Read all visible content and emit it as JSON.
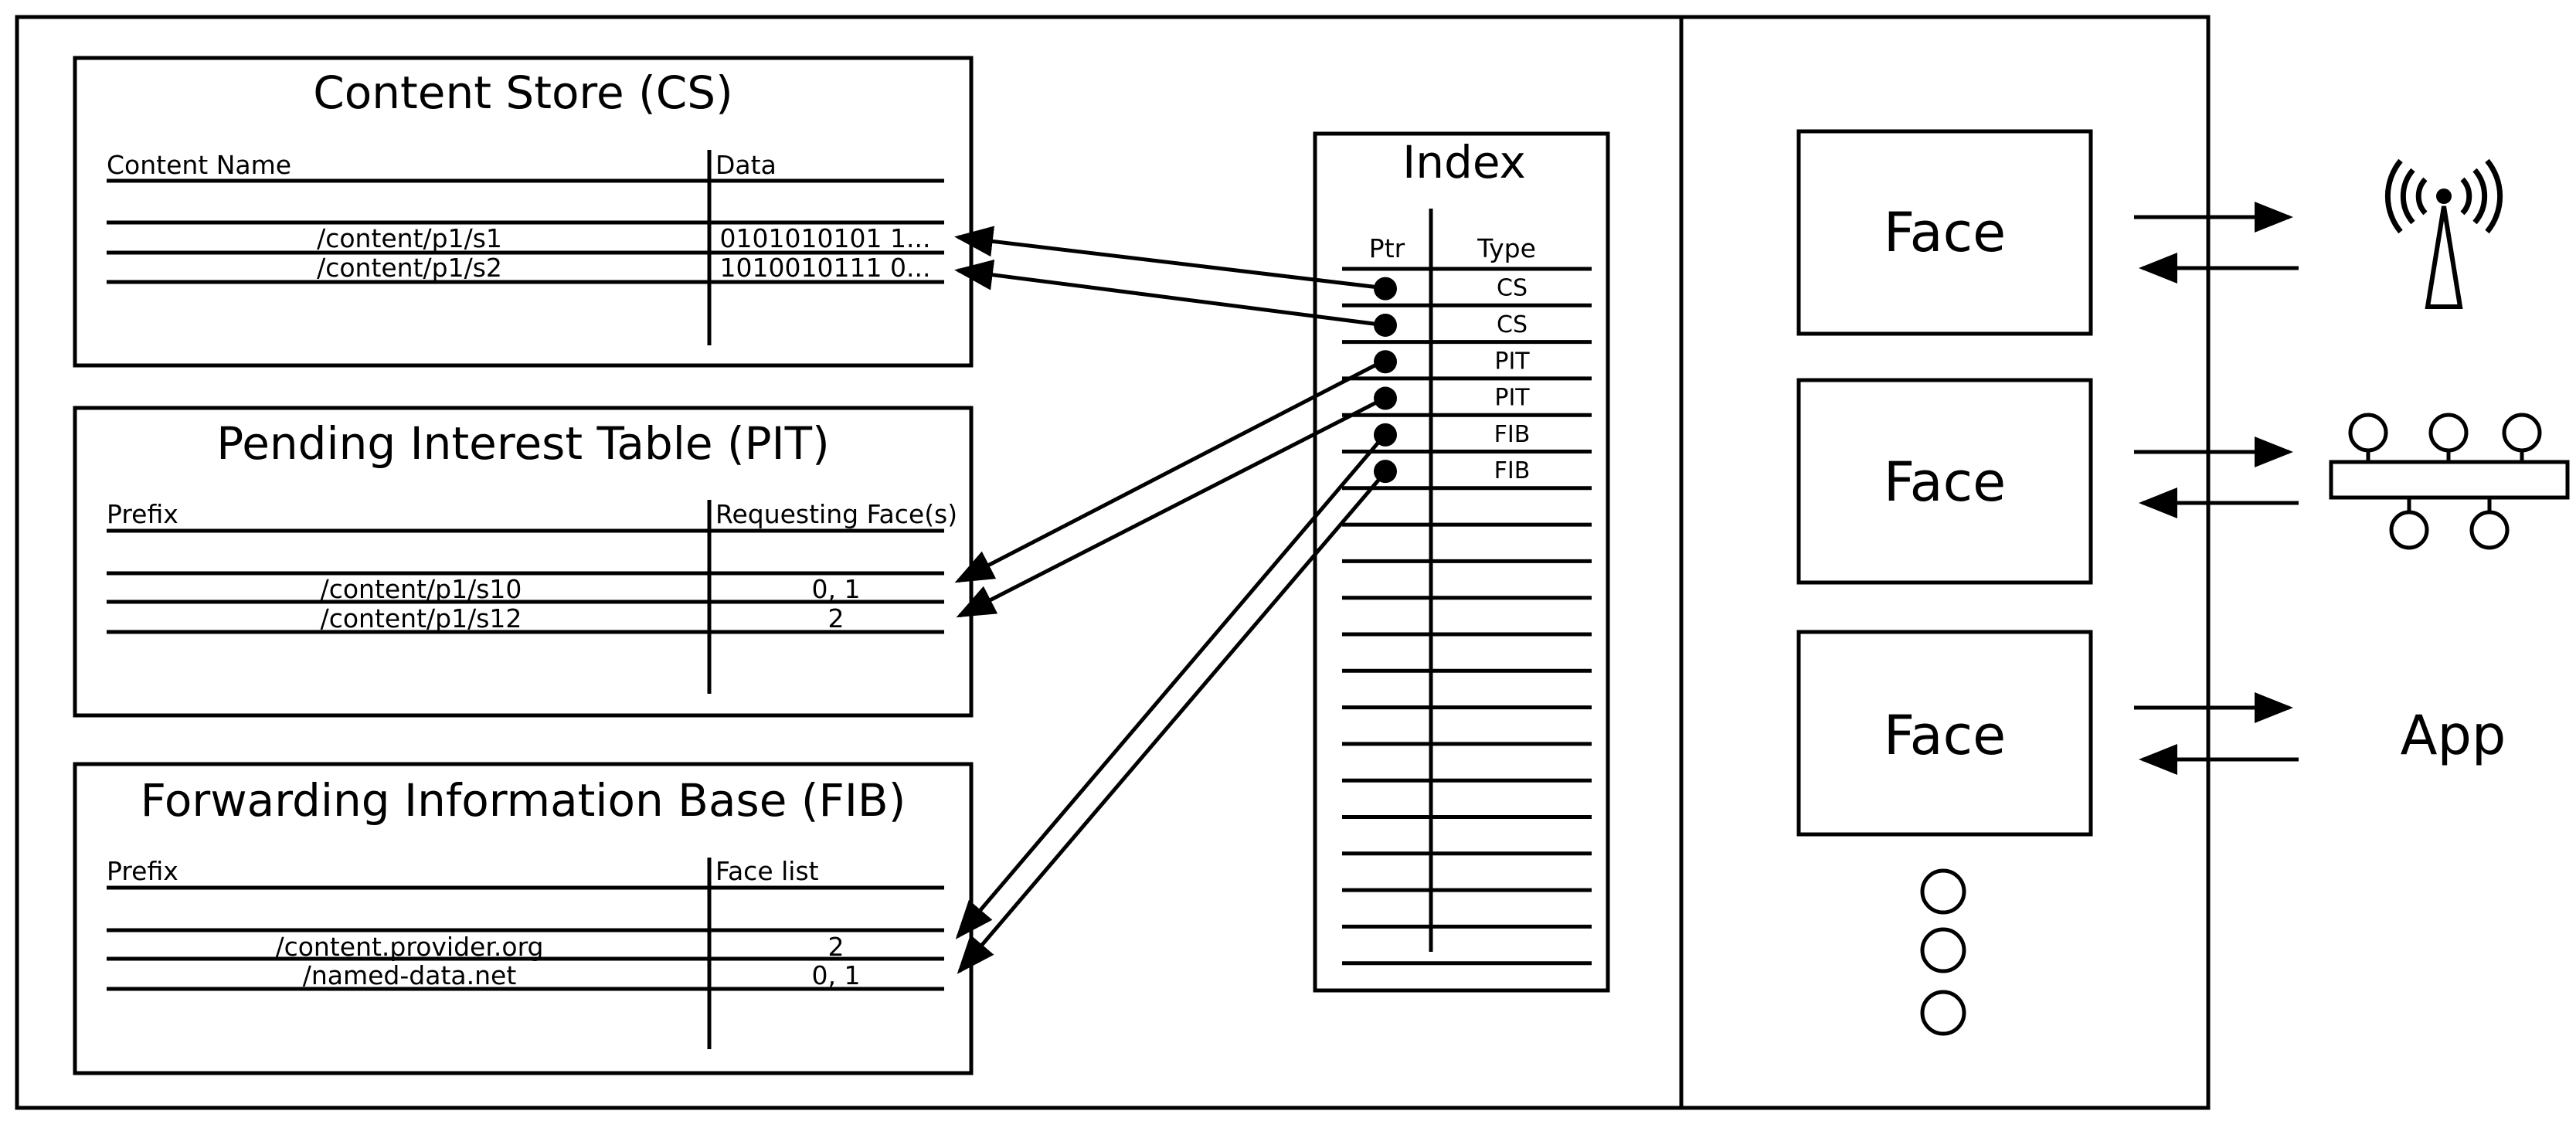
{
  "tables": {
    "cs": {
      "title": "Content Store (CS)",
      "col1": "Content Name",
      "col2": "Data",
      "rows": [
        {
          "name": "/content/p1/s1",
          "value": "0101010101 1..."
        },
        {
          "name": "/content/p1/s2",
          "value": "1010010111 0..."
        }
      ]
    },
    "pit": {
      "title": "Pending Interest Table (PIT)",
      "col1": "Prefix",
      "col2": "Requesting Face(s)",
      "rows": [
        {
          "name": "/content/p1/s10",
          "value": "0, 1"
        },
        {
          "name": "/content/p1/s12",
          "value": "2"
        }
      ]
    },
    "fib": {
      "title": "Forwarding Information Base (FIB)",
      "col1": "Prefix",
      "col2": "Face list",
      "rows": [
        {
          "name": "/content.provider.org",
          "value": "2"
        },
        {
          "name": "/named-data.net",
          "value": "0, 1"
        }
      ]
    }
  },
  "index": {
    "title": "Index",
    "col1": "Ptr",
    "col2": "Type",
    "types": [
      "CS",
      "CS",
      "PIT",
      "PIT",
      "FIB",
      "FIB"
    ]
  },
  "faces": {
    "labels": [
      "Face",
      "Face",
      "Face"
    ],
    "endpoints": [
      {
        "kind": "icon",
        "icon": "wireless-tower-icon"
      },
      {
        "kind": "icon",
        "icon": "network-bus-icon"
      },
      {
        "kind": "text",
        "label": "App"
      }
    ]
  }
}
